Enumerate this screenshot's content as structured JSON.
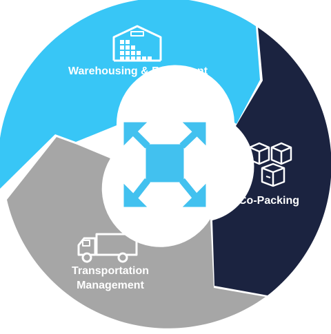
{
  "colors": {
    "warehousing": "#38c6f6",
    "copacking": "#1b2340",
    "transportation": "#a6a6a6",
    "hub_icon": "#42c1ef",
    "center": "#ffffff",
    "text": "#ffffff"
  },
  "segments": {
    "warehousing": {
      "label": "Warehousing & Fulifllment",
      "icon": "warehouse-icon"
    },
    "copacking": {
      "label": "Co-Packing",
      "icon": "boxes-icon"
    },
    "transportation": {
      "label_line1": "Transportation",
      "label_line2": "Management",
      "icon": "truck-icon"
    }
  },
  "hub": {
    "icon": "expand-arrows-icon"
  }
}
